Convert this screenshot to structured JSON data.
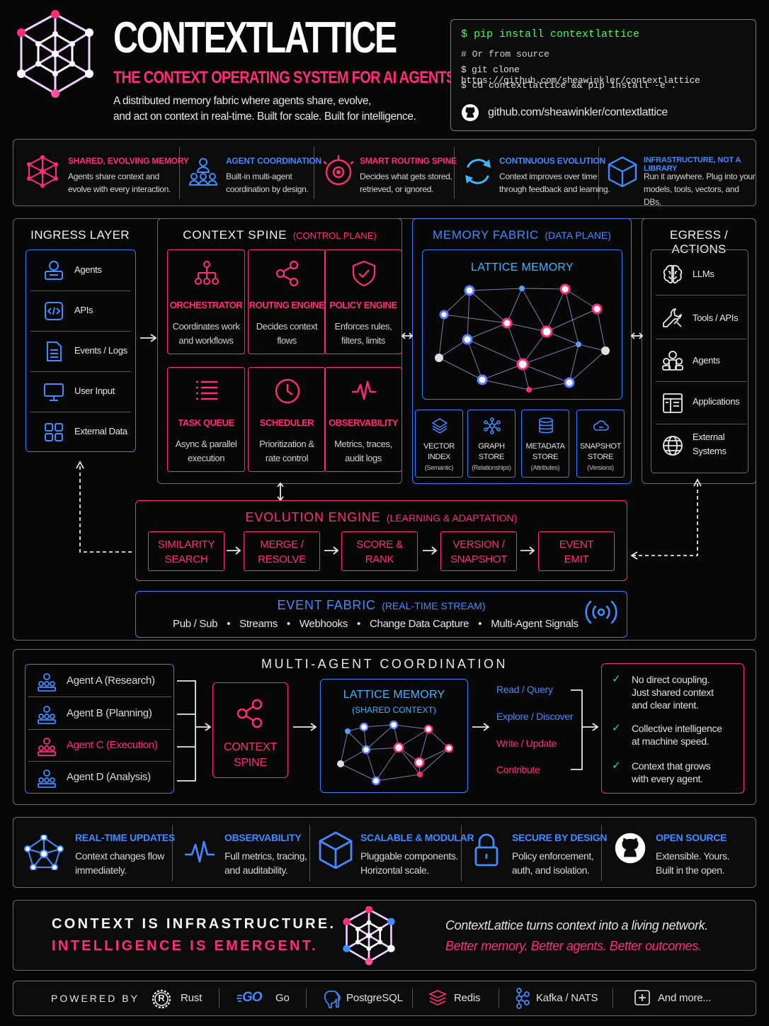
{
  "header": {
    "title": "CONTEXTLATTICE",
    "subtitle": "THE CONTEXT OPERATING SYSTEM FOR AI AGENTS",
    "description_line1": "A distributed memory fabric where agents share, evolve,",
    "description_line2": "and act on context in real-time. Built for scale. Built for intelligence."
  },
  "install": {
    "command": "$ pip install contextlattice",
    "comment": "# Or from source",
    "clone": "$ git clone https://github.com/sheawinkler/contextlattice",
    "cd": "$ cd contextlattice && pip install -e .",
    "repo": "github.com/sheawinkler/contextlattice"
  },
  "features": [
    {
      "title": "SHARED, EVOLVING MEMORY",
      "line1": "Agents share context and",
      "line2": "evolve with every interaction."
    },
    {
      "title": "AGENT COORDINATION",
      "line1": "Built-in multi-agent",
      "line2": "coordination by design."
    },
    {
      "title": "SMART ROUTING SPINE",
      "line1": "Decides what gets stored,",
      "line2": "retrieved, or ignored."
    },
    {
      "title": "CONTINUOUS EVOLUTION",
      "line1": "Context improves over time",
      "line2": "through feedback and learning."
    },
    {
      "title": "INFRASTRUCTURE, NOT A LIBRARY",
      "line1": "Run it anywhere. Plug into your",
      "line2": "models, tools, vectors, and DBs."
    }
  ],
  "ingress": {
    "title": "INGRESS LAYER",
    "items": [
      "Agents",
      "APIs",
      "Events / Logs",
      "User Input",
      "External Data"
    ]
  },
  "spine": {
    "title": "CONTEXT SPINE",
    "subtitle": "(CONTROL PLANE)",
    "cells": [
      {
        "title": "ORCHESTRATOR",
        "line1": "Coordinates work",
        "line2": "and workflows"
      },
      {
        "title": "ROUTING ENGINE",
        "line1": "Decides context",
        "line2": "flows"
      },
      {
        "title": "POLICY ENGINE",
        "line1": "Enforces rules,",
        "line2": "filters, limits"
      },
      {
        "title": "TASK QUEUE",
        "line1": "Async & parallel",
        "line2": "execution"
      },
      {
        "title": "SCHEDULER",
        "line1": "Prioritization &",
        "line2": "rate control"
      },
      {
        "title": "OBSERVABILITY",
        "line1": "Metrics, traces,",
        "line2": "audit logs"
      }
    ]
  },
  "memory": {
    "title": "MEMORY FABRIC",
    "subtitle": "(DATA PLANE)",
    "lattice_title": "LATTICE MEMORY",
    "stores": [
      {
        "line1": "VECTOR",
        "line2": "INDEX",
        "sub": "(Semantic)"
      },
      {
        "line1": "GRAPH",
        "line2": "STORE",
        "sub": "(Relationships)"
      },
      {
        "line1": "METADATA",
        "line2": "STORE",
        "sub": "(Attributes)"
      },
      {
        "line1": "SNAPSHOT",
        "line2": "STORE",
        "sub": "(Versions)"
      }
    ]
  },
  "egress": {
    "title": "EGRESS / ACTIONS",
    "items": [
      {
        "line1": "LLMs",
        "line2": ""
      },
      {
        "line1": "Tools / APIs",
        "line2": ""
      },
      {
        "line1": "Agents",
        "line2": ""
      },
      {
        "line1": "Applications",
        "line2": ""
      },
      {
        "line1": "External",
        "line2": "Systems"
      }
    ]
  },
  "evolution": {
    "title": "EVOLUTION ENGINE",
    "subtitle": "(LEARNING & ADAPTATION)",
    "steps": [
      {
        "line1": "SIMILARITY",
        "line2": "SEARCH"
      },
      {
        "line1": "MERGE /",
        "line2": "RESOLVE"
      },
      {
        "line1": "SCORE &",
        "line2": "RANK"
      },
      {
        "line1": "VERSION /",
        "line2": "SNAPSHOT"
      },
      {
        "line1": "EVENT",
        "line2": "EMIT"
      }
    ]
  },
  "event_fabric": {
    "title": "EVENT FABRIC",
    "subtitle": "(REAL-TIME STREAM)",
    "items": [
      "Pub / Sub",
      "Streams",
      "Webhooks",
      "Change Data Capture",
      "Multi-Agent Signals"
    ],
    "bullet": "•"
  },
  "coordination": {
    "title": "MULTI-AGENT COORDINATION",
    "agents": [
      {
        "label": "Agent A (Research)",
        "color": "#d8d8d8"
      },
      {
        "label": "Agent B (Planning)",
        "color": "#d8d8d8"
      },
      {
        "label": "Agent C (Execution)",
        "color": "#ff2d78"
      },
      {
        "label": "Agent D (Analysis)",
        "color": "#d8d8d8"
      }
    ],
    "spine_line1": "CONTEXT",
    "spine_line2": "SPINE",
    "memory_title": "LATTICE MEMORY",
    "memory_sub": "(SHARED CONTEXT)",
    "ops": [
      {
        "label": "Read / Query",
        "color": "#3f8bff"
      },
      {
        "label": "Explore / Discover",
        "color": "#3f8bff"
      },
      {
        "label": "Write / Update",
        "color": "#ff2d78"
      },
      {
        "label": "Contribute",
        "color": "#ff2d78"
      }
    ],
    "benefits": [
      {
        "line1": "No direct coupling.",
        "line2": "Just shared context",
        "line3": "and clear intent."
      },
      {
        "line1": "Collective intelligence",
        "line2": "at machine speed.",
        "line3": ""
      },
      {
        "line1": "Context that grows",
        "line2": "with every agent.",
        "line3": ""
      }
    ],
    "check": "✓"
  },
  "bottom_features": [
    {
      "title": "REAL-TIME UPDATES",
      "line1": "Context changes flow",
      "line2": "immediately."
    },
    {
      "title": "OBSERVABILITY",
      "line1": "Full metrics, tracing,",
      "line2": "and auditability."
    },
    {
      "title": "SCALABLE & MODULAR",
      "line1": "Pluggable components.",
      "line2": "Horizontal scale."
    },
    {
      "title": "SECURE BY DESIGN",
      "line1": "Policy enforcement,",
      "line2": "auth, and isolation."
    },
    {
      "title": "OPEN SOURCE",
      "line1": "Extensible. Yours.",
      "line2": "Built in the open."
    }
  ],
  "tagline": {
    "line1": "CONTEXT IS INFRASTRUCTURE.",
    "line2": "INTELLIGENCE IS EMERGENT.",
    "right1": "ContextLattice turns context into a living network.",
    "right2": "Better memory. Better agents. Better outcomes."
  },
  "powered": {
    "label": "POWERED BY",
    "items": [
      "Rust",
      "Go",
      "PostgreSQL",
      "Redis",
      "Kafka / NATS",
      "And more..."
    ],
    "go_logo": "GO",
    "rust_logo": "R"
  },
  "colors": {
    "pink": "#ff2d78",
    "blue": "#2f7dff",
    "green": "#3bff5a"
  }
}
